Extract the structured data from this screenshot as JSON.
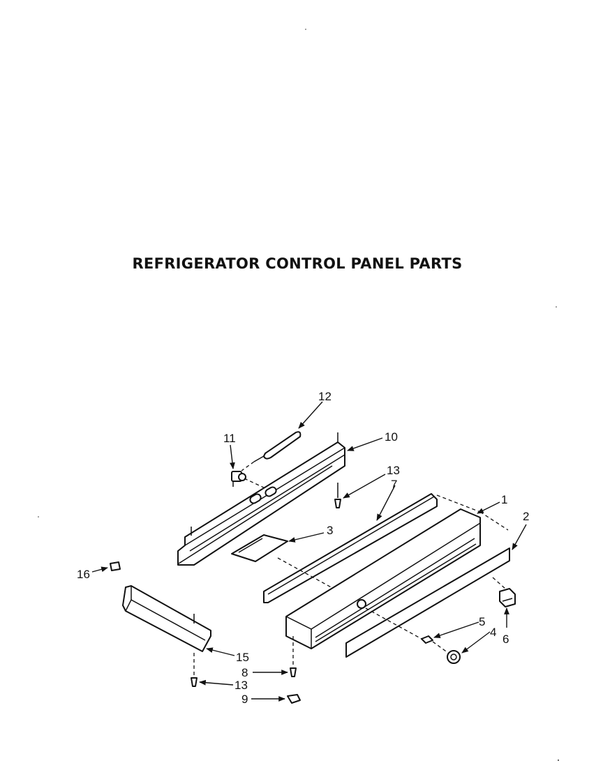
{
  "title": "REFRIGERATOR CONTROL PANEL PARTS",
  "callouts": {
    "c1": "1",
    "c2": "2",
    "c3": "3",
    "c4": "4",
    "c5": "5",
    "c6": "6",
    "c7": "7",
    "c8": "8",
    "c9": "9",
    "c10": "10",
    "c11": "11",
    "c12": "12",
    "c13a": "13",
    "c13b": "13",
    "c15": "15",
    "c16": "16"
  }
}
